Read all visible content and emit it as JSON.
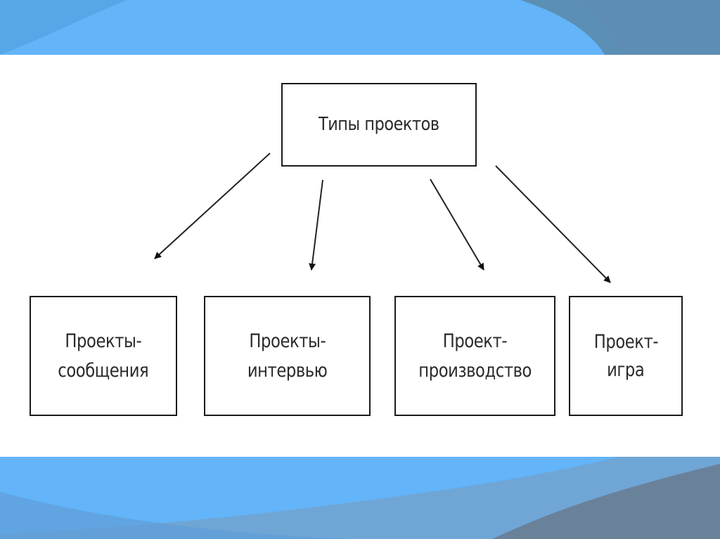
{
  "diagram": {
    "root": {
      "label": "Типы проектов"
    },
    "children": [
      {
        "lines": [
          "Проекты-",
          "сообщения"
        ]
      },
      {
        "lines": [
          "Проекты-",
          "интервью"
        ]
      },
      {
        "lines": [
          "Проект-",
          "производство"
        ]
      },
      {
        "lines": [
          "Проект-",
          "игра"
        ]
      }
    ]
  },
  "colors": {
    "background_dark": "#5b8fb4",
    "background_light": "#63b4f8",
    "panel": "#ffffff",
    "border": "#1a1a1a",
    "text": "#2a2a2a"
  }
}
